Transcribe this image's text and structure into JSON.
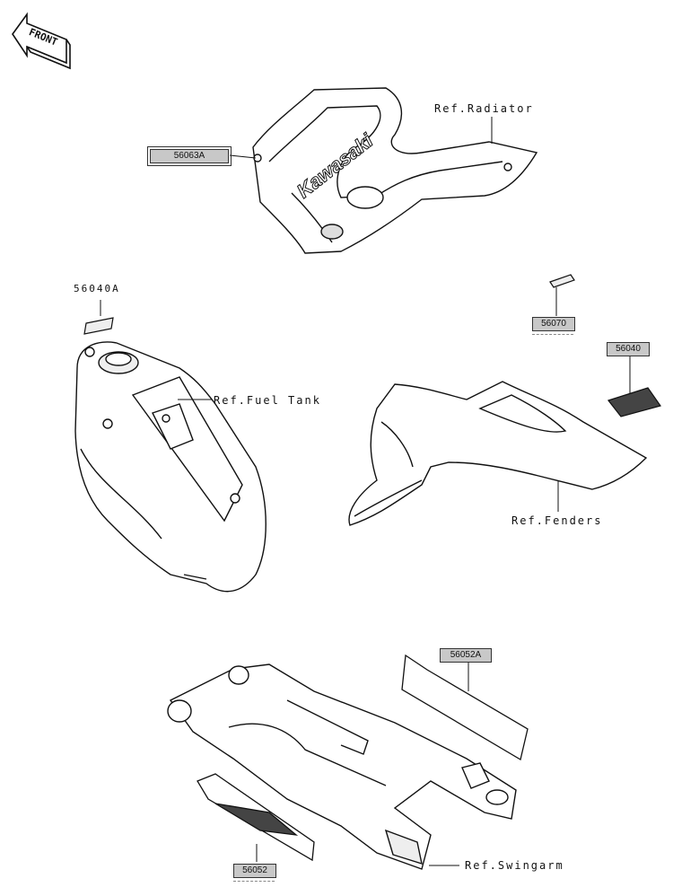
{
  "front_arrow": {
    "text": "FRONT"
  },
  "decal_text": "Kawasaki",
  "parts": {
    "radiator_shroud_decal": "56063A",
    "fuel_tank_label": "56040A",
    "fender_small_label": "56070",
    "fender_label": "56040",
    "swingarm_decal": "56052A",
    "swingarm_label": "56052"
  },
  "refs": {
    "radiator": "Ref.Radiator",
    "fuel_tank": "Ref.Fuel Tank",
    "fenders": "Ref.Fenders",
    "swingarm": "Ref.Swingarm"
  }
}
